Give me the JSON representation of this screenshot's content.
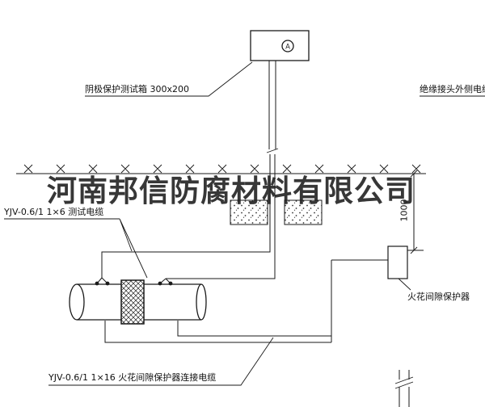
{
  "watermark": "河南邦信防腐材料有限公司",
  "test_box": {
    "label": "阴极保护测试箱 300x200",
    "meter_symbol": "A"
  },
  "labels": {
    "insulated_joint_cable": "绝缘接头外侧电缆",
    "test_cable": "YJV-0.6/1  1×6   测试电缆",
    "spark_gap_protector": "火花间隙保护器",
    "spark_gap_cable": "YJV-0.6/1  1×16   火花间隙保护器连接电缆"
  },
  "dimension": {
    "burial_depth": "1000"
  },
  "colors": {
    "line": "#1a1a1a",
    "watermark": "#222222",
    "background": "#ffffff"
  }
}
